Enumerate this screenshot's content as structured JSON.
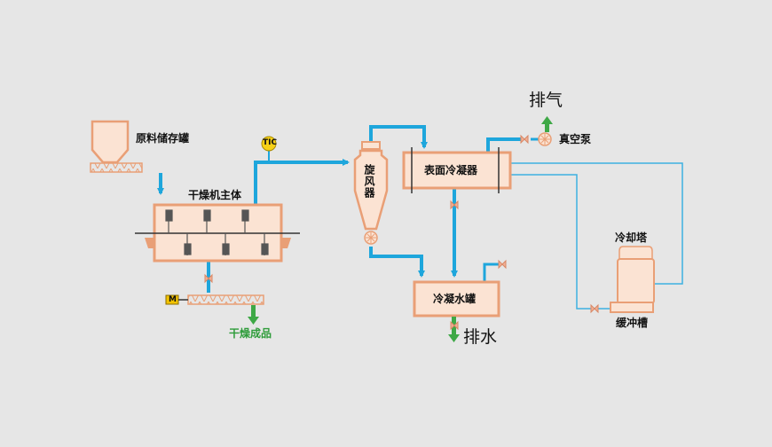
{
  "labels": {
    "raw_material_tank": "原料储存罐",
    "dryer_main": "干燥机主体",
    "tic": "TIC",
    "motor": "M",
    "dried_product": "干燥成品",
    "cyclone": "旋风器",
    "surface_condenser": "表面冷凝器",
    "vacuum_pump": "真空泵",
    "exhaust": "排气",
    "condensate_tank": "冷凝水罐",
    "drain": "排水",
    "cooling_tower": "冷却塔",
    "buffer_tank": "缓冲槽"
  },
  "colors": {
    "background": "#e6e6e6",
    "equipment_fill": "#fbe3d3",
    "equipment_stroke": "#e99f76",
    "process_line": "#1ea6dc",
    "cooling_line": "#3db1e0",
    "product_arrow": "#3ea846",
    "tic_fill": "#f7d117",
    "motor_fill": "#f2c200",
    "paddle": "#555555"
  }
}
